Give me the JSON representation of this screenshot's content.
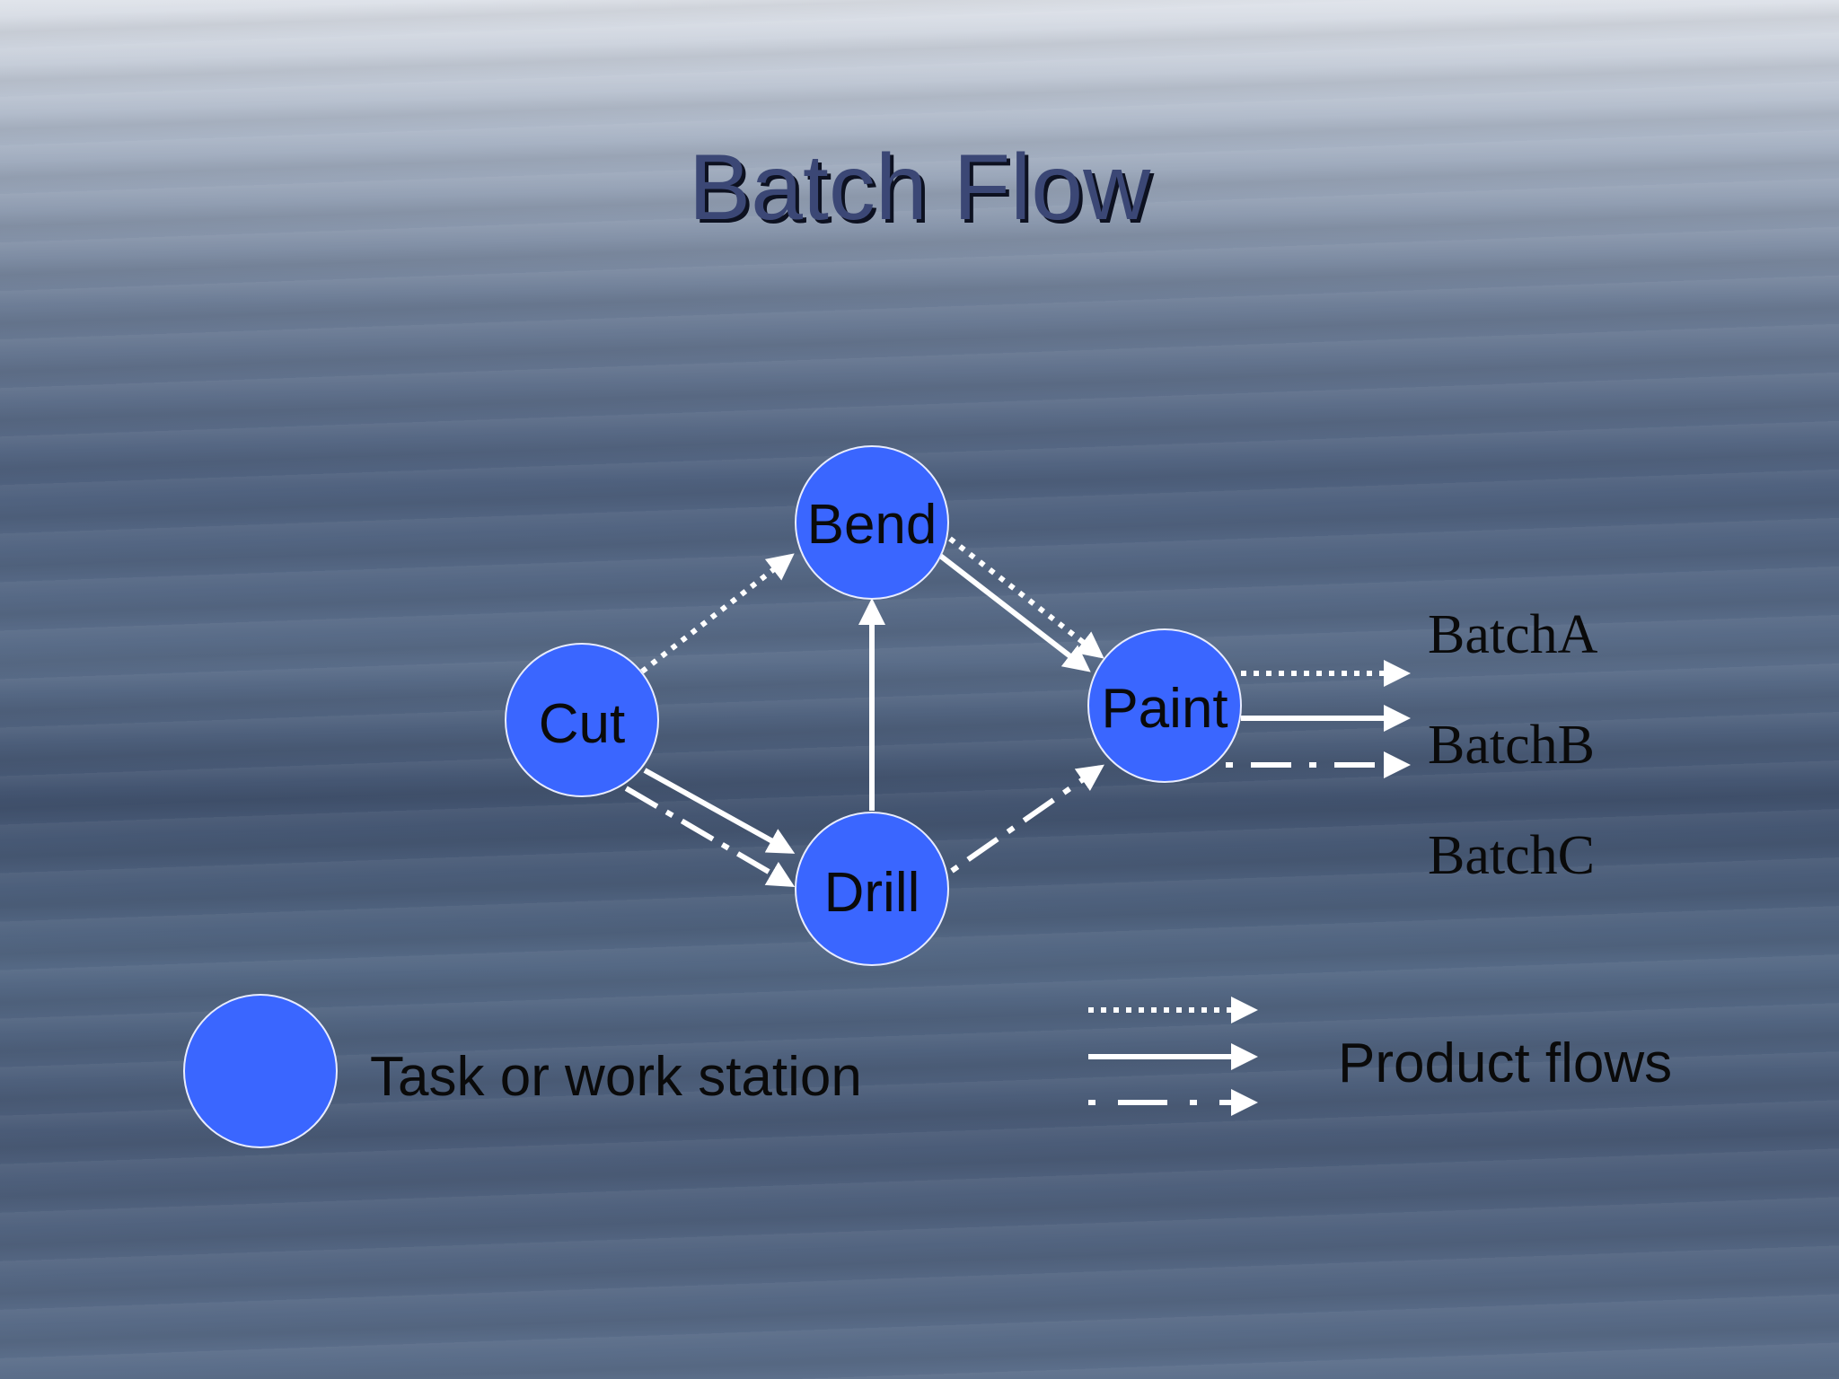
{
  "title": "Batch Flow",
  "colors": {
    "node_fill": "#3a66ff",
    "node_stroke": "#e8ecff",
    "arrow": "#ffffff"
  },
  "nodes": {
    "bend": "Bend",
    "cut": "Cut",
    "paint": "Paint",
    "drill": "Drill"
  },
  "batches": {
    "a": "BatchA",
    "b": "BatchB",
    "c": "BatchC"
  },
  "legend": {
    "station": "Task or work station",
    "flows": "Product flows"
  }
}
